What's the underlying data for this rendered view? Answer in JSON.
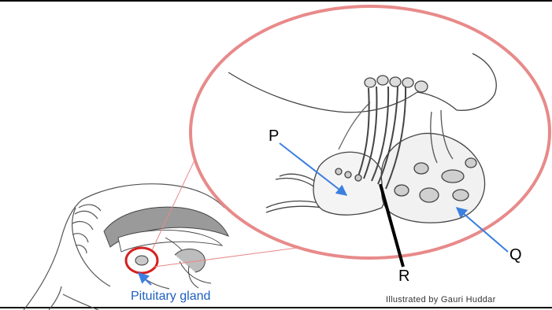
{
  "labels": {
    "p": "P",
    "q": "Q",
    "r": "R"
  },
  "caption": "Pituitary gland",
  "credit": "Illustrated by Gauri Huddar",
  "colors": {
    "magnify_circle": "#e88a8a",
    "highlight_ring": "#d42020",
    "arrow": "#3b7fe0",
    "pointer_r": "#000000",
    "caption": "#1e5fbf",
    "sketch": "#444444",
    "shading": "#8a8a8a"
  }
}
